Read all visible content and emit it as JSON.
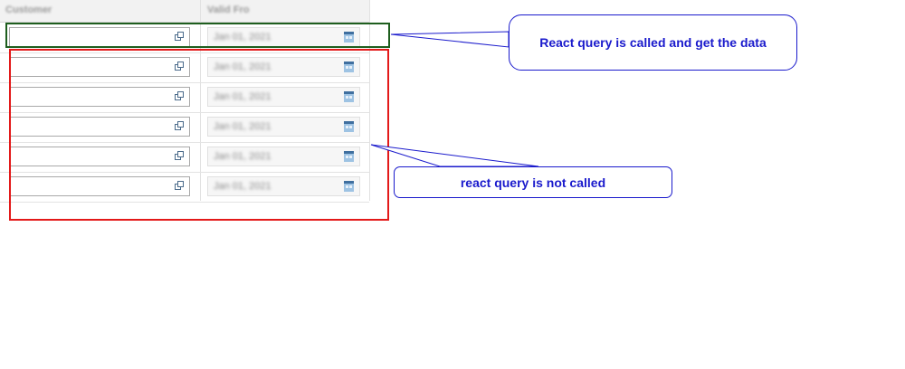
{
  "grid": {
    "headers": {
      "customer": "Customer",
      "date": "Valid Fro"
    },
    "rows": [
      {
        "customer_value": "",
        "date_value": "Jan 01, 2021"
      },
      {
        "customer_value": "",
        "date_value": "Jan 01, 2021"
      },
      {
        "customer_value": "",
        "date_value": "Jan 01, 2021"
      },
      {
        "customer_value": "",
        "date_value": "Jan 01, 2021"
      },
      {
        "customer_value": "",
        "date_value": "Jan 01, 2021"
      },
      {
        "customer_value": "",
        "date_value": "Jan 01, 2021"
      }
    ]
  },
  "annotations": {
    "first_row_callout": "React query is called and get the data",
    "other_rows_callout": "react query is not called",
    "colors": {
      "first_row_box": "#1e5e1e",
      "other_rows_box": "#e31919",
      "callout_text": "#1a1acc"
    }
  },
  "icons": {
    "customer_lookup": "lookup-icon",
    "date_picker": "calendar-icon"
  }
}
